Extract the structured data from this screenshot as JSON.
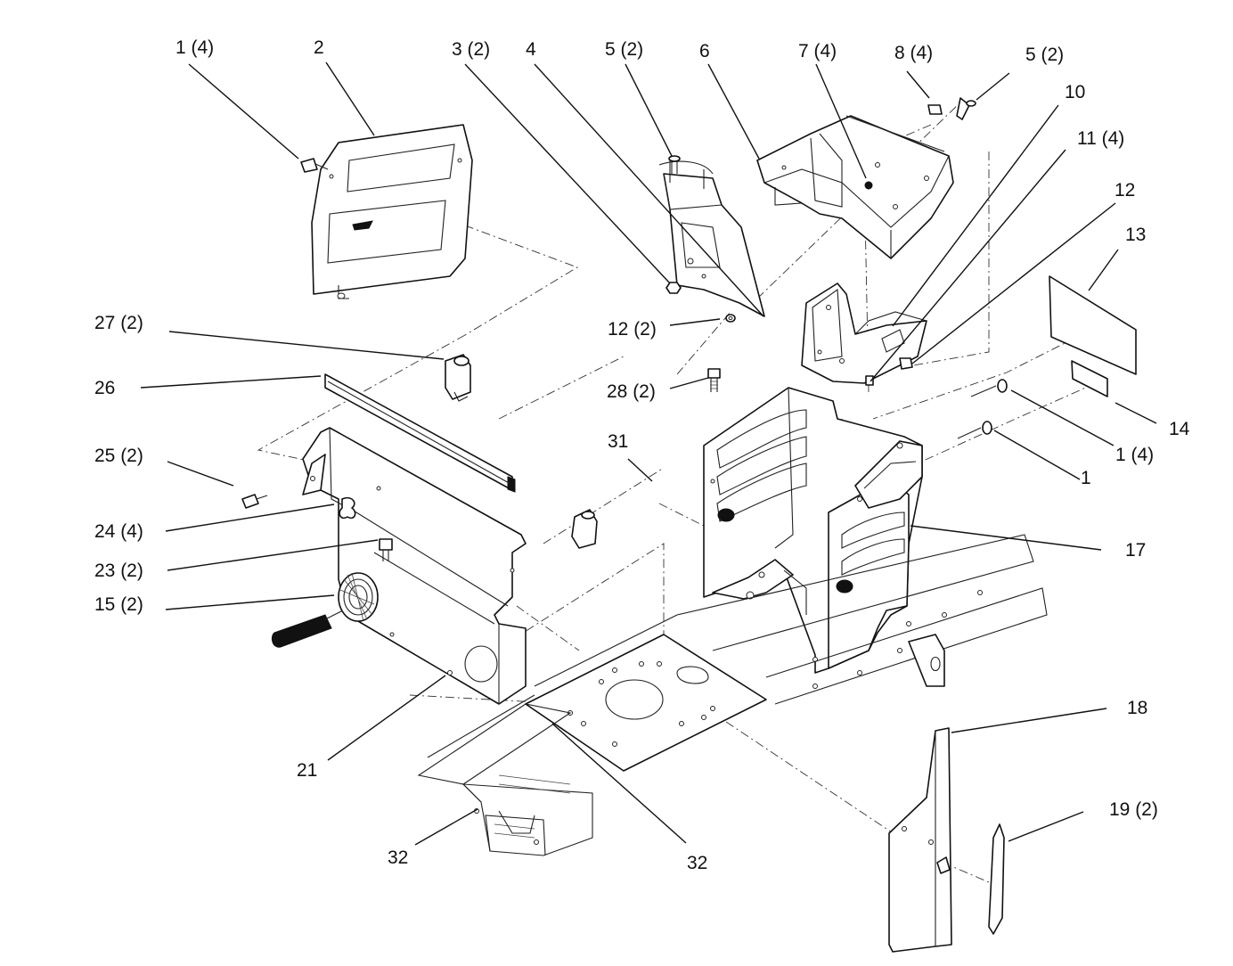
{
  "callouts": {
    "c1": "1 (4)",
    "c2": "2",
    "c3": "3 (2)",
    "c4": "4",
    "c5a": "5 (2)",
    "c6": "6",
    "c7": "7 (4)",
    "c8": "8 (4)",
    "c5b": "5 (2)",
    "c10": "10",
    "c11": "11 (4)",
    "c12a": "12",
    "c13": "13",
    "c12b": "12 (2)",
    "c28": "28 (2)",
    "c27": "27 (2)",
    "c26": "26",
    "c25": "25 (2)",
    "c24": "24 (4)",
    "c23": "23 (2)",
    "c15": "15 (2)",
    "c14": "14",
    "c1b": "1 (4)",
    "c1c": "1",
    "c31": "31",
    "c17": "17",
    "c18": "18",
    "c19": "19 (2)",
    "c21": "21",
    "c32a": "32",
    "c32b": "32"
  }
}
